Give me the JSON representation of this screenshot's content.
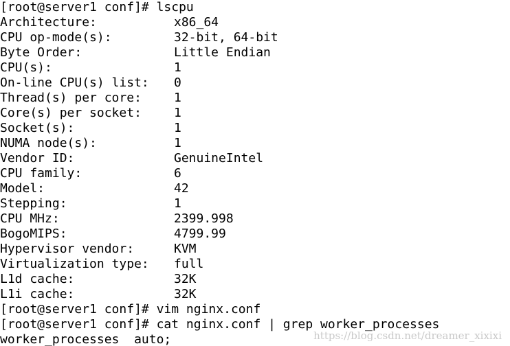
{
  "terminal": {
    "command_line": "[root@server1 conf]# lscpu",
    "lscpu": [
      {
        "key": "Architecture:",
        "value": "x86_64"
      },
      {
        "key": "CPU op-mode(s):",
        "value": "32-bit, 64-bit"
      },
      {
        "key": "Byte Order:",
        "value": "Little Endian"
      },
      {
        "key": "CPU(s):",
        "value": "1"
      },
      {
        "key": "On-line CPU(s) list:",
        "value": "0"
      },
      {
        "key": "Thread(s) per core:",
        "value": "1"
      },
      {
        "key": "Core(s) per socket:",
        "value": "1"
      },
      {
        "key": "Socket(s):",
        "value": "1"
      },
      {
        "key": "NUMA node(s):",
        "value": "1"
      },
      {
        "key": "Vendor ID:",
        "value": "GenuineIntel"
      },
      {
        "key": "CPU family:",
        "value": "6"
      },
      {
        "key": "Model:",
        "value": "42"
      },
      {
        "key": "Stepping:",
        "value": "1"
      },
      {
        "key": "CPU MHz:",
        "value": "2399.998"
      },
      {
        "key": "BogoMIPS:",
        "value": "4799.99"
      },
      {
        "key": "Hypervisor vendor:",
        "value": "KVM"
      },
      {
        "key": "Virtualization type:",
        "value": "full"
      },
      {
        "key": "L1d cache:",
        "value": "32K"
      },
      {
        "key": "L1i cache:",
        "value": "32K"
      }
    ],
    "after_lines": [
      "[root@server1 conf]# vim nginx.conf",
      "[root@server1 conf]# cat nginx.conf | grep worker_processes",
      "worker_processes  auto;"
    ],
    "watermark": "https://blog.csdn.net/dreamer_xixixi"
  },
  "colors": {
    "background": "#ffffff",
    "text": "#000000",
    "watermark": "#c9c9c9"
  }
}
